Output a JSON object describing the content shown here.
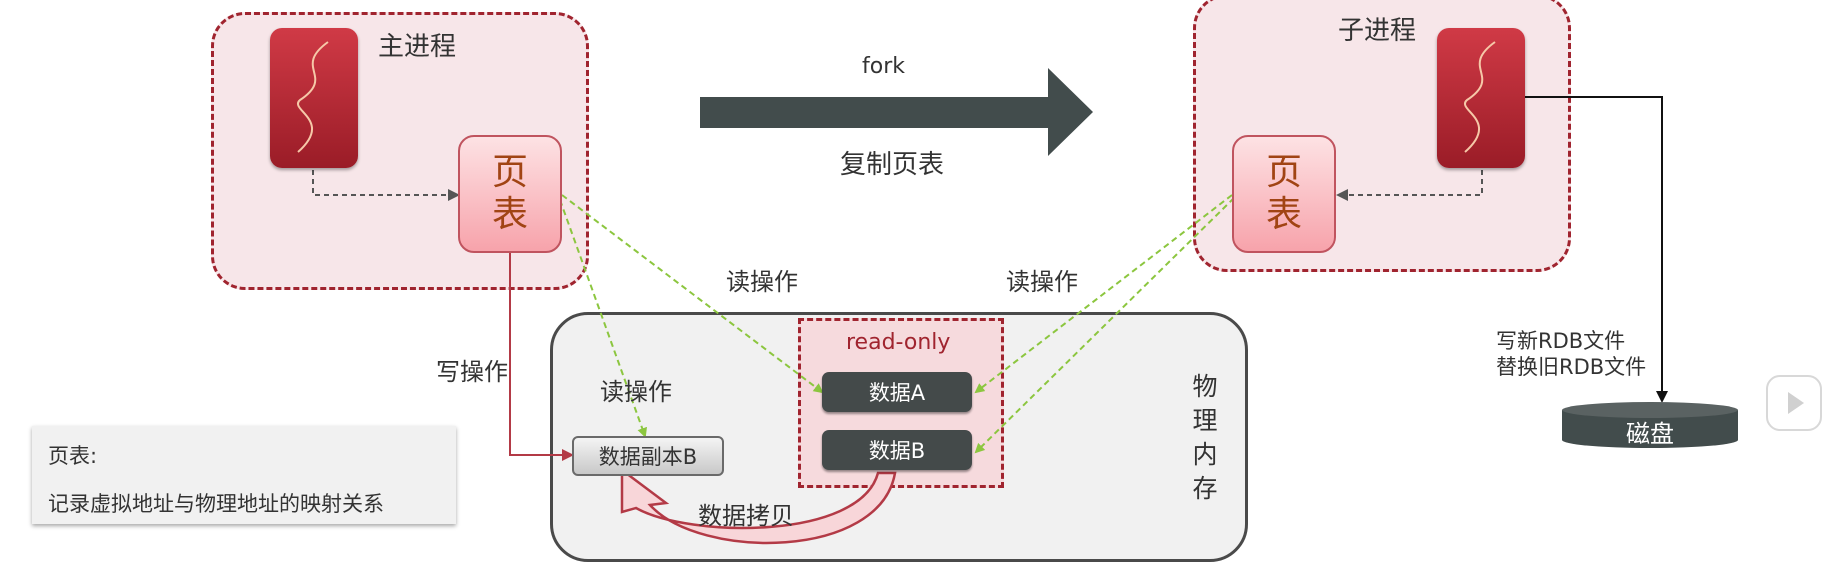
{
  "main_process": {
    "label": "主进程",
    "page_table_lines": [
      "页",
      "表"
    ]
  },
  "child_process": {
    "label": "子进程",
    "page_table_lines": [
      "页",
      "表"
    ]
  },
  "fork": {
    "label": "fork",
    "sublabel": "复制页表"
  },
  "operations": {
    "read_left": "读操作",
    "read_right": "读操作",
    "write": "写操作",
    "read_inner": "读操作"
  },
  "memory": {
    "side_label": [
      "物",
      "理",
      "内",
      "存"
    ],
    "readonly_label": "read-only",
    "data_a": "数据A",
    "data_b": "数据B",
    "copy_b": "数据副本B",
    "copy_label": "数据拷贝"
  },
  "disk": {
    "label": "磁盘",
    "write_lines": [
      "写新RDB文件",
      "替换旧RDB文件"
    ]
  },
  "note": {
    "title": "页表:",
    "body": "记录虚拟地址与物理地址的映射关系"
  },
  "colors": {
    "accent_red": "#a0242f",
    "green_arrow": "#8cc63f",
    "dark_gray": "#444a4a"
  }
}
